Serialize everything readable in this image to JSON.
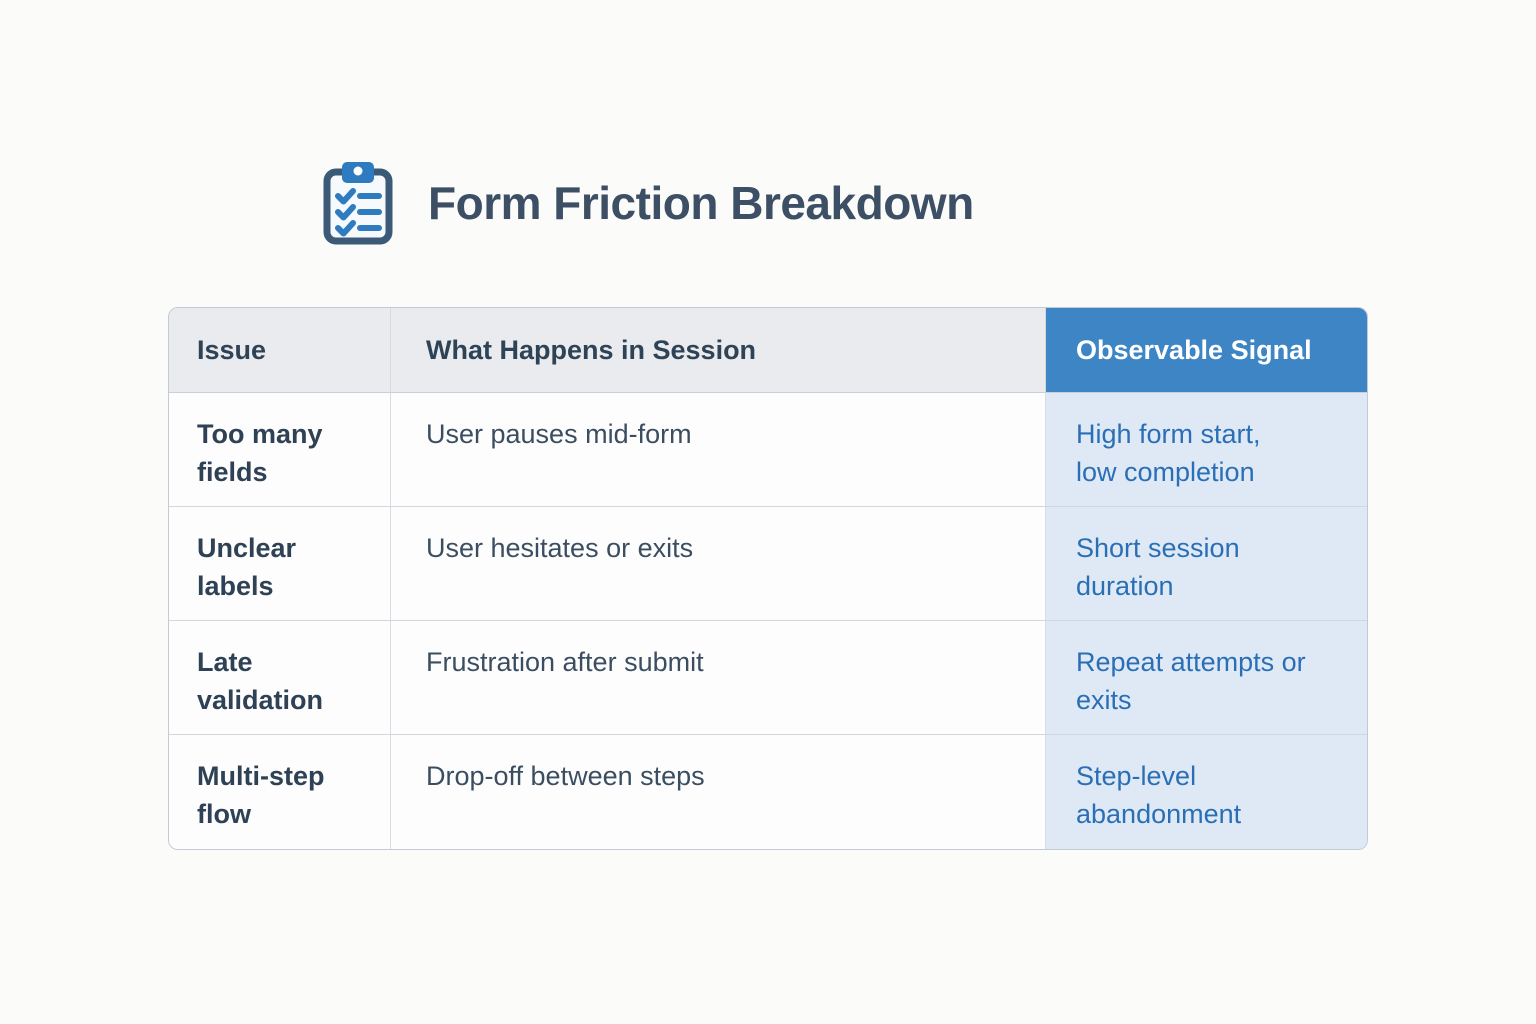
{
  "page": {
    "title": "Form Friction Breakdown",
    "icon": "clipboard-checklist-icon"
  },
  "table": {
    "columns": [
      {
        "label": "Issue"
      },
      {
        "label": "What Happens in Session"
      },
      {
        "label": "Observable Signal"
      }
    ],
    "rows": [
      {
        "issue": "Too many fields",
        "session": "User pauses mid-form",
        "signal": "High form start, low completion"
      },
      {
        "issue": "Unclear labels",
        "session": "User hesitates or exits",
        "signal": "Short session duration"
      },
      {
        "issue": "Late validation",
        "session": "Frustration after submit",
        "signal": "Repeat attempts or exits"
      },
      {
        "issue": "Multi-step flow",
        "session": "Drop-off between steps",
        "signal": "Step-level abandonment"
      }
    ]
  },
  "colors": {
    "accent_blue": "#3d85c5",
    "signal_cell_bg": "#dfe9f5",
    "signal_text": "#2a6fb6",
    "header_gray_bg": "#e9ebee",
    "heading_text": "#3c4f64",
    "body_text": "#3b4e61",
    "icon_frame": "#3b5a78",
    "icon_blue": "#2e7bc0"
  }
}
